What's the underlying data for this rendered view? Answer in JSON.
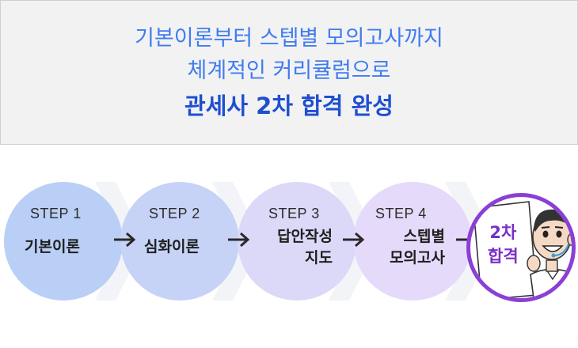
{
  "banner": {
    "line1": "기본이론부터 스텝별 모의고사까지",
    "line2": "체계적인 커리큘럼으로",
    "line3": "관세사 2차 합격 완성"
  },
  "steps": [
    {
      "label": "STEP 1",
      "name": "기본이론",
      "color": "#b9cff6"
    },
    {
      "label": "STEP 2",
      "name": "심화이론",
      "color": "#c6d3f6"
    },
    {
      "label": "STEP 3",
      "name_line1": "답안작성",
      "name_line2": "지도",
      "color": "#dcd8f8"
    },
    {
      "label": "STEP 4",
      "name_line1": "스텝별",
      "name_line2": "모의고사",
      "color": "#e6dafa"
    }
  ],
  "final": {
    "line1": "2차",
    "line2": "합격",
    "accent": "#8a3fd6"
  },
  "icons": [
    "arrow-right-icon",
    "character-holding-sign"
  ]
}
